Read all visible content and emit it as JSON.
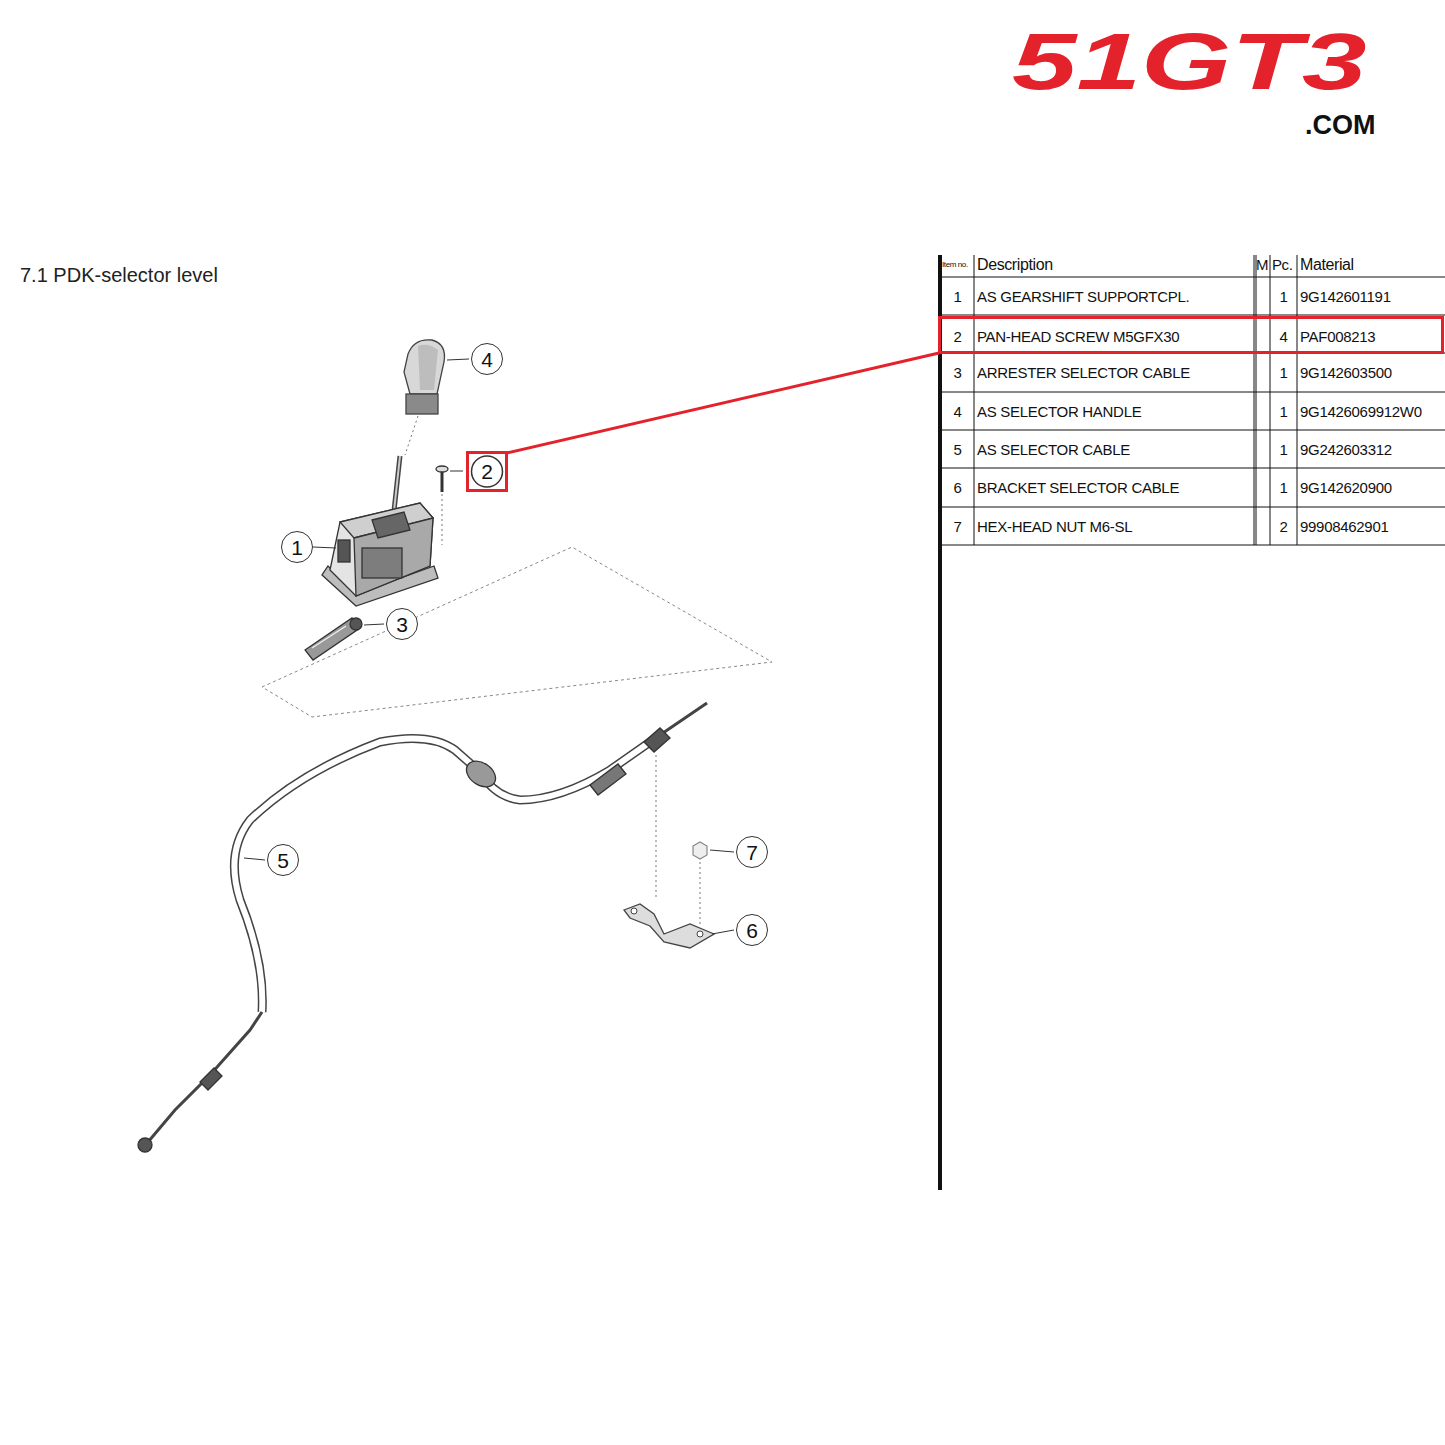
{
  "diagram": {
    "title": "7.1 PDK-selector level",
    "nodes": [
      {
        "text": [
          "4"
        ]
      },
      {
        "text": [
          "2"
        ]
      },
      {
        "text": [
          "1"
        ]
      },
      {
        "text": [
          "3"
        ]
      },
      {
        "text": [
          "5"
        ]
      },
      {
        "text": [
          "7"
        ]
      },
      {
        "text": [
          "6"
        ]
      },
      {
        "text": [
          "2",
          "PAN-HEAD SCREW M5GFX30",
          "4",
          "PAF008213"
        ]
      }
    ],
    "edges": [
      {
        "from": 1,
        "to": 7,
        "arrow": "none"
      }
    ],
    "labels": [
      "51GT3",
      ".COM",
      "Item no.",
      "Description",
      "M",
      "Pc.",
      "Material",
      "1",
      "AS GEARSHIFT SUPPORTCPL.",
      "1",
      "9G142601191",
      "3",
      "ARRESTER SELECTOR CABLE",
      "1",
      "9G142603500",
      "4",
      "AS SELECTOR HANDLE",
      "1",
      "9G1426069912W0",
      "5",
      "AS SELECTOR CABLE",
      "1",
      "9G242603312",
      "6",
      "BRACKET SELECTOR CABLE",
      "1",
      "9G142620900",
      "7",
      "HEX-HEAD NUT M6-SL",
      "2",
      "99908462901"
    ]
  }
}
